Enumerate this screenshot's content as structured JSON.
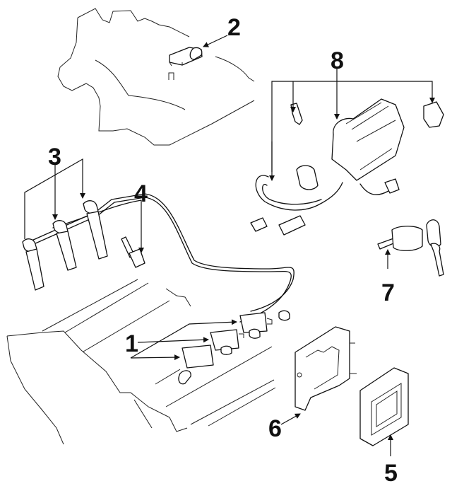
{
  "diagram": {
    "type": "exploded parts diagram",
    "style": {
      "line_color": "#111111",
      "background": "#ffffff"
    },
    "callouts": [
      {
        "id": "1",
        "label": "1",
        "part": "ignition-coil",
        "arrow_count": 3
      },
      {
        "id": "2",
        "label": "2",
        "part": "intake-sensor",
        "arrow_count": 1
      },
      {
        "id": "3",
        "label": "3",
        "part": "spark-plug-wire",
        "arrow_count": 3
      },
      {
        "id": "4",
        "label": "4",
        "part": "spark-plug",
        "arrow_count": 1
      },
      {
        "id": "5",
        "label": "5",
        "part": "control-module",
        "arrow_count": 1
      },
      {
        "id": "6",
        "label": "6",
        "part": "module-bracket",
        "arrow_count": 1
      },
      {
        "id": "7",
        "label": "7",
        "part": "lock-cylinder-with-keys",
        "arrow_count": 1
      },
      {
        "id": "8",
        "label": "8",
        "part": "ignition-switch-assembly",
        "arrow_count": 4
      }
    ]
  }
}
